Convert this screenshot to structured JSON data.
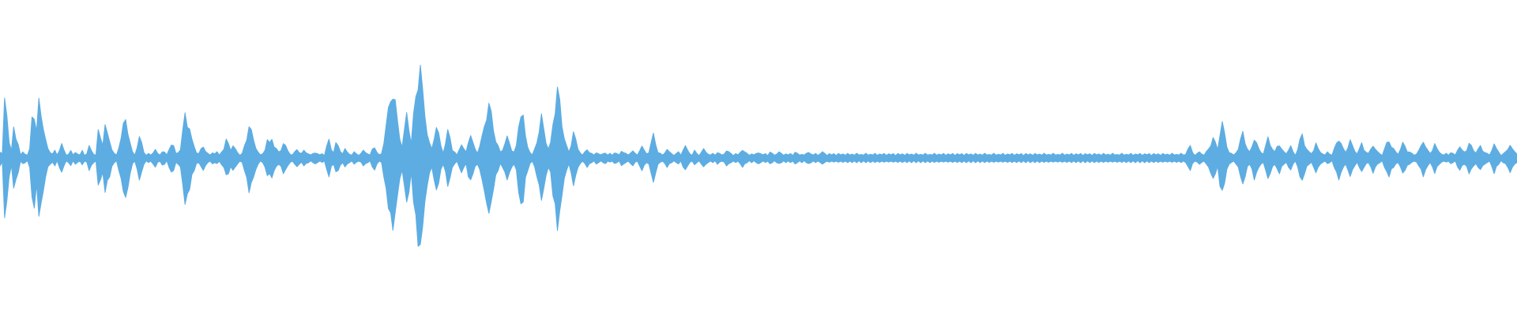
{
  "waveform": {
    "color": "#5dade2",
    "background": "#ffffff",
    "envelope": [
      0.05,
      0.03,
      0.38,
      0.3,
      0.12,
      0.05,
      0.2,
      0.14,
      0.1,
      0.02,
      0.04,
      0.03,
      0.02,
      0.06,
      0.28,
      0.32,
      0.18,
      0.38,
      0.3,
      0.22,
      0.12,
      0.06,
      0.04,
      0.03,
      0.05,
      0.02,
      0.06,
      0.1,
      0.05,
      0.02,
      0.03,
      0.05,
      0.02,
      0.04,
      0.03,
      0.02,
      0.05,
      0.02,
      0.03,
      0.08,
      0.05,
      0.03,
      0.02,
      0.18,
      0.14,
      0.1,
      0.22,
      0.16,
      0.12,
      0.06,
      0.03,
      0.02,
      0.08,
      0.14,
      0.22,
      0.26,
      0.2,
      0.1,
      0.04,
      0.02,
      0.08,
      0.14,
      0.1,
      0.04,
      0.02,
      0.03,
      0.02,
      0.04,
      0.06,
      0.03,
      0.02,
      0.05,
      0.04,
      0.02,
      0.06,
      0.1,
      0.08,
      0.03,
      0.04,
      0.06,
      0.18,
      0.3,
      0.25,
      0.2,
      0.12,
      0.08,
      0.04,
      0.03,
      0.06,
      0.08,
      0.05,
      0.03,
      0.02,
      0.04,
      0.03,
      0.04,
      0.02,
      0.05,
      0.06,
      0.12,
      0.1,
      0.06,
      0.08,
      0.06,
      0.04,
      0.02,
      0.03,
      0.08,
      0.14,
      0.22,
      0.18,
      0.12,
      0.08,
      0.04,
      0.02,
      0.03,
      0.06,
      0.12,
      0.1,
      0.14,
      0.08,
      0.06,
      0.04,
      0.06,
      0.1,
      0.08,
      0.05,
      0.03,
      0.02,
      0.04,
      0.06,
      0.04,
      0.03,
      0.05,
      0.04,
      0.03,
      0.02,
      0.03,
      0.04,
      0.03,
      0.02,
      0.03,
      0.02,
      0.08,
      0.12,
      0.06,
      0.04,
      0.1,
      0.08,
      0.05,
      0.03,
      0.06,
      0.04,
      0.03,
      0.02,
      0.04,
      0.03,
      0.02,
      0.03,
      0.05,
      0.04,
      0.03,
      0.02,
      0.06,
      0.08,
      0.04,
      0.02,
      0.03,
      0.12,
      0.22,
      0.32,
      0.4,
      0.46,
      0.38,
      0.24,
      0.14,
      0.08,
      0.18,
      0.3,
      0.22,
      0.1,
      0.28,
      0.42,
      0.56,
      0.62,
      0.44,
      0.3,
      0.18,
      0.1,
      0.06,
      0.14,
      0.22,
      0.16,
      0.08,
      0.04,
      0.1,
      0.18,
      0.14,
      0.06,
      0.04,
      0.02,
      0.06,
      0.1,
      0.06,
      0.04,
      0.12,
      0.16,
      0.1,
      0.06,
      0.04,
      0.08,
      0.14,
      0.22,
      0.3,
      0.36,
      0.3,
      0.2,
      0.12,
      0.08,
      0.04,
      0.06,
      0.1,
      0.14,
      0.1,
      0.06,
      0.04,
      0.08,
      0.22,
      0.32,
      0.28,
      0.14,
      0.08,
      0.04,
      0.02,
      0.06,
      0.12,
      0.18,
      0.28,
      0.2,
      0.12,
      0.06,
      0.1,
      0.24,
      0.34,
      0.46,
      0.38,
      0.24,
      0.14,
      0.08,
      0.04,
      0.1,
      0.18,
      0.12,
      0.06,
      0.04,
      0.02,
      0.04,
      0.06,
      0.04,
      0.03,
      0.02,
      0.04,
      0.03,
      0.02,
      0.03,
      0.04,
      0.02,
      0.03,
      0.02,
      0.04,
      0.03,
      0.02,
      0.05,
      0.04,
      0.03,
      0.02,
      0.04,
      0.05,
      0.03,
      0.02,
      0.06,
      0.08,
      0.05,
      0.03,
      0.04,
      0.1,
      0.16,
      0.1,
      0.04,
      0.03,
      0.02,
      0.04,
      0.06,
      0.04,
      0.03,
      0.02,
      0.03,
      0.04,
      0.02,
      0.06,
      0.08,
      0.05,
      0.03,
      0.02,
      0.05,
      0.03,
      0.02,
      0.04,
      0.06,
      0.04,
      0.03,
      0.02,
      0.03,
      0.02,
      0.04,
      0.03,
      0.02,
      0.03,
      0.05,
      0.04,
      0.03,
      0.02,
      0.03,
      0.02,
      0.04,
      0.06,
      0.04,
      0.03,
      0.02,
      0.03,
      0.02,
      0.03,
      0.04,
      0.03,
      0.02,
      0.03,
      0.02,
      0.04,
      0.03,
      0.02,
      0.03,
      0.04,
      0.03,
      0.02,
      0.03,
      0.02,
      0.03,
      0.02,
      0.04,
      0.03,
      0.02,
      0.03,
      0.02,
      0.03,
      0.04,
      0.03,
      0.02,
      0.03,
      0.02,
      0.03,
      0.04,
      0.03,
      0.02,
      0.03,
      0.02,
      0.03,
      0.02,
      0.03,
      0.02,
      0.03,
      0.02,
      0.03,
      0.02,
      0.03,
      0.02,
      0.03,
      0.02,
      0.03,
      0.02,
      0.03,
      0.02,
      0.03,
      0.02,
      0.03,
      0.02,
      0.03,
      0.02,
      0.03,
      0.02,
      0.03,
      0.02,
      0.03,
      0.02,
      0.03,
      0.02,
      0.03,
      0.02,
      0.03,
      0.02,
      0.03,
      0.02,
      0.03,
      0.02,
      0.03,
      0.02,
      0.03,
      0.02,
      0.03,
      0.02,
      0.03,
      0.02,
      0.03,
      0.02,
      0.03,
      0.02,
      0.03,
      0.02,
      0.03,
      0.02,
      0.03,
      0.02,
      0.03,
      0.02,
      0.03,
      0.02,
      0.03,
      0.02,
      0.03,
      0.02,
      0.03,
      0.02,
      0.03,
      0.02,
      0.03,
      0.02,
      0.03,
      0.02,
      0.03,
      0.02,
      0.03,
      0.02,
      0.03,
      0.02,
      0.03,
      0.02,
      0.03,
      0.02,
      0.03,
      0.02,
      0.03,
      0.02,
      0.03,
      0.02,
      0.03,
      0.02,
      0.03,
      0.02,
      0.03,
      0.02,
      0.03,
      0.02,
      0.03,
      0.02,
      0.03,
      0.02,
      0.03,
      0.02,
      0.03,
      0.02,
      0.03,
      0.02,
      0.03,
      0.02,
      0.03,
      0.02,
      0.03,
      0.02,
      0.03,
      0.02,
      0.03,
      0.02,
      0.03,
      0.02,
      0.03,
      0.02,
      0.03,
      0.02,
      0.03,
      0.02,
      0.03,
      0.02,
      0.03,
      0.02,
      0.03,
      0.02,
      0.03,
      0.02,
      0.03,
      0.02,
      0.03,
      0.02,
      0.03,
      0.02,
      0.03,
      0.02,
      0.03,
      0.02,
      0.03,
      0.02,
      0.03,
      0.02,
      0.03,
      0.02,
      0.03,
      0.02,
      0.03,
      0.02,
      0.03,
      0.02,
      0.03,
      0.06,
      0.08,
      0.04,
      0.02,
      0.03,
      0.04,
      0.03,
      0.02,
      0.04,
      0.06,
      0.1,
      0.14,
      0.1,
      0.06,
      0.18,
      0.24,
      0.16,
      0.08,
      0.04,
      0.03,
      0.02,
      0.04,
      0.06,
      0.12,
      0.18,
      0.12,
      0.06,
      0.04,
      0.08,
      0.14,
      0.1,
      0.06,
      0.04,
      0.03,
      0.08,
      0.14,
      0.1,
      0.06,
      0.04,
      0.08,
      0.1,
      0.06,
      0.04,
      0.03,
      0.06,
      0.08,
      0.04,
      0.02,
      0.06,
      0.12,
      0.16,
      0.1,
      0.06,
      0.04,
      0.03,
      0.06,
      0.1,
      0.06,
      0.04,
      0.03,
      0.02,
      0.04,
      0.03,
      0.02,
      0.06,
      0.1,
      0.14,
      0.1,
      0.06,
      0.04,
      0.08,
      0.12,
      0.08,
      0.05,
      0.03,
      0.06,
      0.1,
      0.06,
      0.04,
      0.03,
      0.06,
      0.1,
      0.06,
      0.04,
      0.03,
      0.02,
      0.06,
      0.1,
      0.12,
      0.08,
      0.06,
      0.04,
      0.03,
      0.06,
      0.1,
      0.08,
      0.05,
      0.04,
      0.03,
      0.02,
      0.03,
      0.05,
      0.08,
      0.12,
      0.08,
      0.05,
      0.03,
      0.06,
      0.1,
      0.06,
      0.04,
      0.03,
      0.02,
      0.03,
      0.02,
      0.04,
      0.03,
      0.02,
      0.06,
      0.08,
      0.05,
      0.04,
      0.06,
      0.1,
      0.08,
      0.05,
      0.04,
      0.06,
      0.08,
      0.05,
      0.04,
      0.03,
      0.02,
      0.06,
      0.1,
      0.06,
      0.04,
      0.02,
      0.03,
      0.04,
      0.06,
      0.1,
      0.06,
      0.04,
      0.03
    ]
  }
}
